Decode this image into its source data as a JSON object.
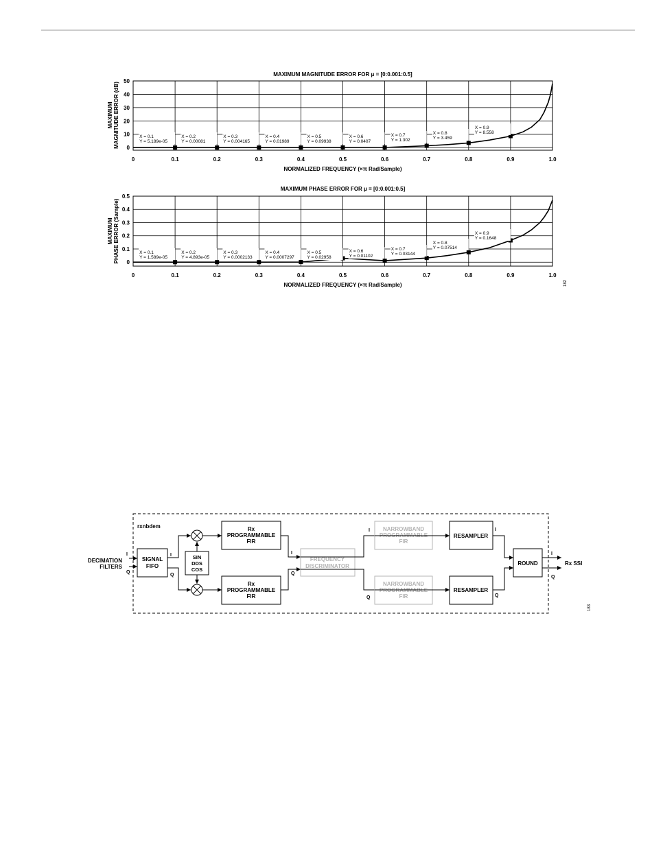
{
  "figure_numbers": {
    "chart_figure": "182",
    "diagram_figure": "183"
  },
  "chart_data": [
    {
      "type": "line",
      "title": "MAXIMUM MAGNITUDE ERROR FOR μ = [0:0.001:0.5]",
      "xlabel": "NORMALIZED FREQUENCY (×π Rad/Sample)",
      "ylabel": [
        "MAXIMUM",
        "MAGNITUDE ERROR (dB)"
      ],
      "xlim": [
        0,
        1.0
      ],
      "ylim": [
        -2,
        50
      ],
      "x_ticks": [
        "0",
        "0.1",
        "0.2",
        "0.3",
        "0.4",
        "0.5",
        "0.6",
        "0.7",
        "0.8",
        "0.9",
        "1.0"
      ],
      "y_ticks": [
        "50",
        "40",
        "30",
        "20",
        "10",
        "0"
      ],
      "grid": true,
      "series": [
        {
          "x": [
            0.0,
            0.1,
            0.2,
            0.3,
            0.4,
            0.5,
            0.6,
            0.7,
            0.75,
            0.8,
            0.85,
            0.9,
            0.93,
            0.95,
            0.97,
            0.98,
            0.99,
            0.995,
            1.0
          ],
          "values": [
            0.0,
            5.189e-05,
            0.00081,
            0.004165,
            0.01989,
            0.09938,
            0.0407,
            1.302,
            2.2,
            3.459,
            5.6,
            8.558,
            11.8,
            15.3,
            21.0,
            26.5,
            34.0,
            39.5,
            48.0
          ]
        }
      ],
      "markers": [
        {
          "x": 0.1,
          "y": 5.189e-05,
          "label_x": "X = 0.1",
          "label_y": "Y = 5.189e-05"
        },
        {
          "x": 0.2,
          "y": 0.00081,
          "label_x": "X = 0.2",
          "label_y": "Y = 0.00081"
        },
        {
          "x": 0.3,
          "y": 0.004165,
          "label_x": "X = 0.3",
          "label_y": "Y = 0.004165"
        },
        {
          "x": 0.4,
          "y": 0.01989,
          "label_x": "X = 0.4",
          "label_y": "Y = 0.01989"
        },
        {
          "x": 0.5,
          "y": 0.09938,
          "label_x": "X = 0.5",
          "label_y": "Y = 0.09938"
        },
        {
          "x": 0.6,
          "y": 0.0407,
          "label_x": "X = 0.6",
          "label_y": "Y = 0.0407"
        },
        {
          "x": 0.7,
          "y": 1.302,
          "label_x": "X = 0.7",
          "label_y": "Y = 1.302"
        },
        {
          "x": 0.8,
          "y": 3.459,
          "label_x": "X = 0.8",
          "label_y": "Y = 3.459"
        },
        {
          "x": 0.9,
          "y": 8.558,
          "label_x": "X = 0.9",
          "label_y": "Y = 8.558"
        }
      ]
    },
    {
      "type": "line",
      "title": "MAXIMUM PHASE ERROR FOR μ = [0:0.001:0.5]",
      "xlabel": "NORMALIZED FREQUENCY (×π Rad/Sample)",
      "ylabel": [
        "MAXIMUM",
        "PHASE ERROR (Sample)"
      ],
      "xlim": [
        0,
        1.0
      ],
      "ylim": [
        -0.03,
        0.5
      ],
      "x_ticks": [
        "0",
        "0.1",
        "0.2",
        "0.3",
        "0.4",
        "0.5",
        "0.6",
        "0.7",
        "0.8",
        "0.9",
        "1.0"
      ],
      "y_ticks": [
        "0.5",
        "0.4",
        "0.3",
        "0.2",
        "0.1",
        "0"
      ],
      "grid": true,
      "series": [
        {
          "x": [
            0.0,
            0.1,
            0.2,
            0.3,
            0.4,
            0.5,
            0.6,
            0.7,
            0.75,
            0.8,
            0.85,
            0.9,
            0.93,
            0.95,
            0.97,
            0.98,
            0.99,
            0.995,
            1.0
          ],
          "values": [
            0.0,
            1.589e-05,
            4.893e-05,
            0.0002133,
            0.0007297,
            0.02958,
            0.01102,
            0.03144,
            0.05,
            0.07514,
            0.11,
            0.1648,
            0.205,
            0.245,
            0.3,
            0.34,
            0.39,
            0.43,
            0.47
          ]
        }
      ],
      "markers": [
        {
          "x": 0.1,
          "y": 1.589e-05,
          "label_x": "X = 0.1",
          "label_y": "Y = 1.589e-05"
        },
        {
          "x": 0.2,
          "y": 4.893e-05,
          "label_x": "X = 0.2",
          "label_y": "Y = 4.893e-05"
        },
        {
          "x": 0.3,
          "y": 0.0002133,
          "label_x": "X = 0.3",
          "label_y": "Y = 0.0002133"
        },
        {
          "x": 0.4,
          "y": 0.0007297,
          "label_x": "X = 0.4",
          "label_y": "Y = 0.0007297"
        },
        {
          "x": 0.5,
          "y": 0.02958,
          "label_x": "X = 0.5",
          "label_y": "Y = 0.02958"
        },
        {
          "x": 0.6,
          "y": 0.01102,
          "label_x": "X = 0.6",
          "label_y": "Y = 0.01102"
        },
        {
          "x": 0.7,
          "y": 0.03144,
          "label_x": "X = 0.7",
          "label_y": "Y = 0.03144"
        },
        {
          "x": 0.8,
          "y": 0.07514,
          "label_x": "X = 0.8",
          "label_y": "Y = 0.07514"
        },
        {
          "x": 0.9,
          "y": 0.1648,
          "label_x": "X = 0.9",
          "label_y": "Y = 0.1648"
        }
      ]
    }
  ],
  "diagram": {
    "module_name": "rxnbdem",
    "input_label": [
      "DECIMATION",
      "FILTERS"
    ],
    "output_label": "Rx SSI",
    "channel_i": "I",
    "channel_q": "Q",
    "signal_fifo": [
      "SIGNAL",
      "FIFO"
    ],
    "dds": [
      "SIN",
      "DDS",
      "COS"
    ],
    "prog_fir": [
      "Rx",
      "PROGRAMMABLE",
      "FIR"
    ],
    "freq_disc": [
      "FREQUENCY",
      "DISCRIMINATOR"
    ],
    "nb_fir": [
      "NARROWBAND",
      "PROGRAMMABLE",
      "FIR"
    ],
    "resampler": "RESAMPLER",
    "round": "ROUND"
  }
}
